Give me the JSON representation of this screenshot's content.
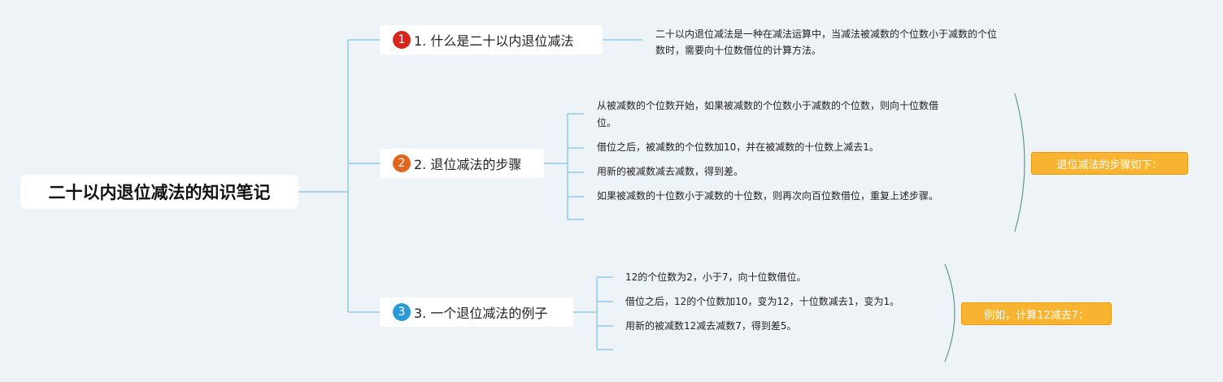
{
  "root": {
    "title": "二十以内退位减法的知识笔记"
  },
  "colors": {
    "line": "#8fcbe9",
    "bracket": "#5a9a90",
    "badge1": "#d8261d",
    "badge2": "#e0661f",
    "badge3": "#2a9ad6",
    "summary_bg": "#f8b431"
  },
  "topics": [
    {
      "number": "1",
      "label": "1. 什么是二十以内退位减法",
      "details": [
        "二十以内退位减法是一种在减法运算中，当减法被减数的个位数小于减数的个位",
        "数时，需要向十位数借位的计算方法。"
      ]
    },
    {
      "number": "2",
      "label": "2. 退位减法的步骤",
      "steps": [
        "从被减数的个位数开始，如果被减数的个位数小于减数的个位数，则向十位数借",
        "位。",
        "借位之后，被减数的个位数加10，并在被减数的十位数上减去1。",
        "用新的被减数减去减数，得到差。",
        "如果被减数的十位数小于减数的十位数，则再次向百位数借位，重复上述步骤。"
      ],
      "summary": "退位减法的步骤如下："
    },
    {
      "number": "3",
      "label": "3. 一个退位减法的例子",
      "steps": [
        "12的个位数为2，小于7，向十位数借位。",
        "借位之后，12的个位数加10，变为12，十位数减去1，变为1。",
        "用新的被减数12减去减数7，得到差5。"
      ],
      "summary": "例如，计算12减去7："
    }
  ]
}
